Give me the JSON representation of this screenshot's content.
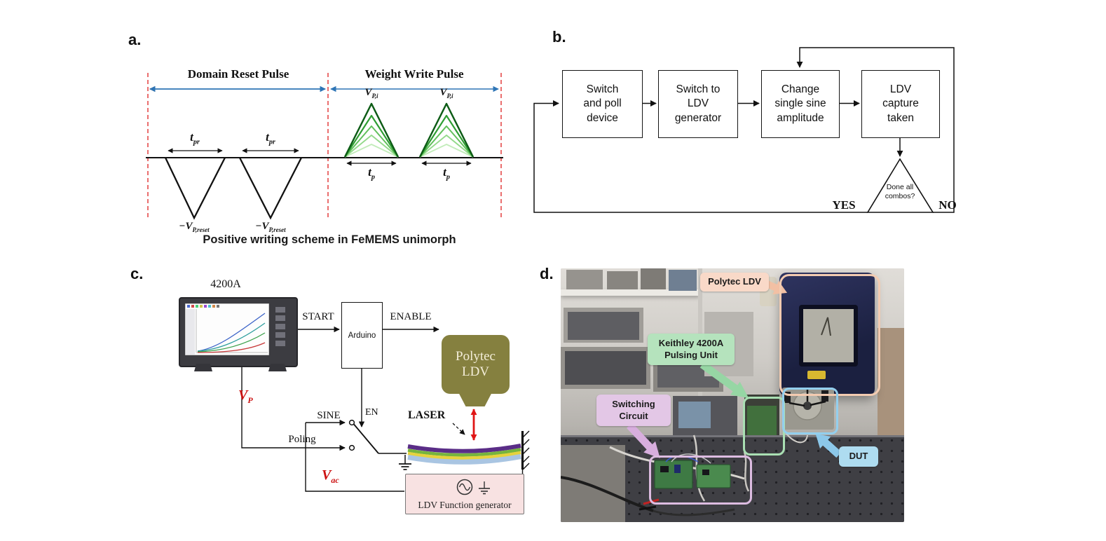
{
  "figure": {
    "panel_a": {
      "label": "a.",
      "section_reset": "Domain Reset Pulse",
      "section_write": "Weight Write Pulse",
      "t_pr": {
        "base": "t",
        "sub": "pr"
      },
      "v_reset": {
        "base": "−V",
        "sub": "P,reset"
      },
      "v_pi": {
        "base": "V",
        "sub": "P,i"
      },
      "t_p": {
        "base": "t",
        "sub": "p"
      },
      "caption": "Positive writing scheme in FeMEMS unimorph",
      "reset_pulse_count": 2,
      "write_pulse_groups": 2,
      "write_amplitude_levels": 5
    },
    "panel_b": {
      "label": "b.",
      "box_switch_poll": "Switch\nand poll\ndevice",
      "box_switch_ldv": "Switch to\nLDV\ngenerator",
      "box_change_amplitude": "Change\nsingle sine\namplitude",
      "box_ldv_capture": "LDV\ncapture\ntaken",
      "decision": "Done all\ncombos?",
      "yes": "YES",
      "no": "NO"
    },
    "panel_c": {
      "label": "c.",
      "instrument": "4200A",
      "start": "START",
      "arduino": "Arduino",
      "enable": "ENABLE",
      "en": "EN",
      "sine": "SINE",
      "poling": "Poling",
      "v_p": {
        "base": "V",
        "sub": "P"
      },
      "v_ac": {
        "base": "V",
        "sub": "ac"
      },
      "laser": "LASER",
      "ldv": "Polytec\nLDV",
      "funcgen": "LDV Function generator"
    },
    "panel_d": {
      "label": "d.",
      "ann_polytec": "Polytec LDV",
      "ann_keithley": "Keithley 4200A\nPulsing Unit",
      "ann_switching": "Switching\nCircuit",
      "ann_dut": "DUT"
    },
    "colors": {
      "section_arrow_blue": "#2e75b6",
      "boundary_red": "#e03030",
      "math_red": "#cc1111",
      "write_pulse_greens": [
        "#c2ecba",
        "#93d98a",
        "#62c05c",
        "#2f9e33",
        "#0d5c16"
      ],
      "ldv_olive": "#85803f",
      "funcgen_pink": "#f8e2e2",
      "beam_layers": [
        "#5a2d87",
        "#76b43e",
        "#e6d23e",
        "#a9c5e2"
      ],
      "laser_red": "#e01515",
      "ann_polytec_bg": "#f9d9c8",
      "ann_keithley_bg": "#b5e3bd",
      "ann_switching_bg": "#e3c7e6",
      "ann_dut_bg": "#aedcf0"
    }
  }
}
